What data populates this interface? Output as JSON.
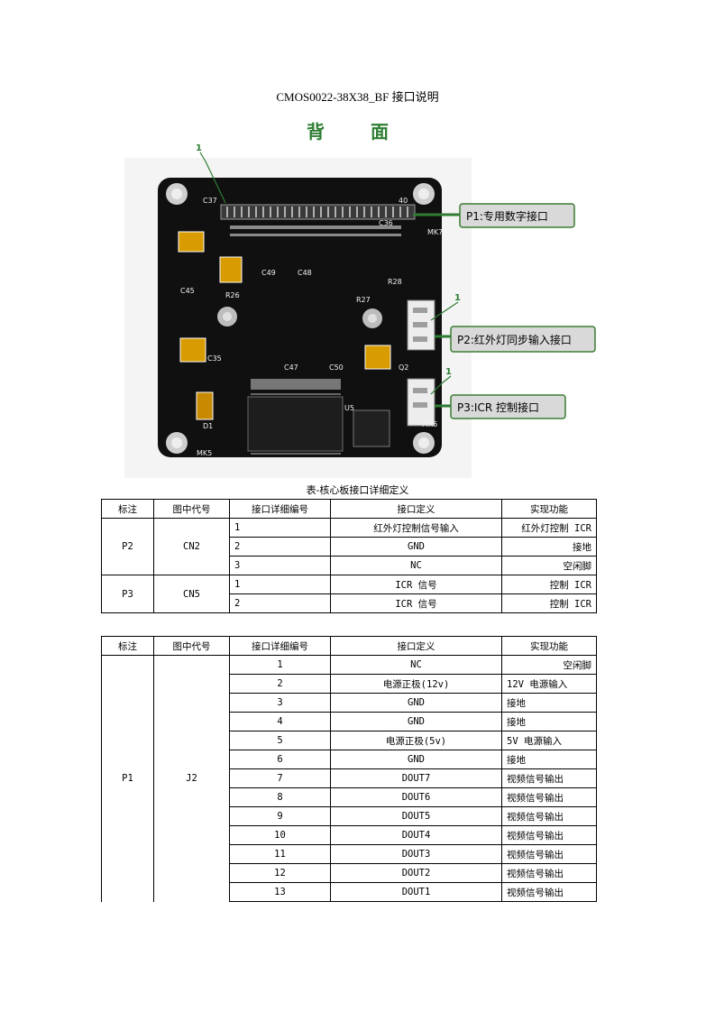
{
  "doc_title": "CMOS0022-38X38_BF 接口说明",
  "back_heading": "背  面",
  "figure": {
    "pin1_marks": [
      "1",
      "1",
      "1"
    ],
    "callouts": [
      "P1:专用数字接口",
      "P2:红外灯同步输入接口",
      "P3:ICR 控制接口"
    ],
    "silk": [
      "C37",
      "C36",
      "C35",
      "C45",
      "C50",
      "C47",
      "C48",
      "C49",
      "R26",
      "R27",
      "R28",
      "U5",
      "Q2",
      "D1",
      "MK7",
      "MK6",
      "MK5",
      "40"
    ],
    "colors": {
      "board": "#101010",
      "callout_border": "#3a7d32",
      "callout_bg": "#d9d9d9",
      "amber": "#d89b00"
    }
  },
  "caption": "表-核心板接口详细定义",
  "table1": {
    "headers": [
      "标注",
      "图中代号",
      "接口详细编号",
      "接口定义",
      "实现功能"
    ],
    "groups": [
      {
        "label": "P2",
        "code": "CN2",
        "rows": [
          {
            "no": "1",
            "def": "红外灯控制信号输入",
            "func": "红外灯控制 ICR"
          },
          {
            "no": "2",
            "def": "GND",
            "func": "接地"
          },
          {
            "no": "3",
            "def": "NC",
            "func": "空闲脚"
          }
        ]
      },
      {
        "label": "P3",
        "code": "CN5",
        "rows": [
          {
            "no": "1",
            "def": "ICR 信号",
            "func": "控制 ICR"
          },
          {
            "no": "2",
            "def": "ICR 信号",
            "func": "控制 ICR"
          }
        ]
      }
    ]
  },
  "table2": {
    "headers": [
      "标注",
      "图中代号",
      "接口详细编号",
      "接口定义",
      "实现功能"
    ],
    "label": "P1",
    "code": "J2",
    "rows": [
      {
        "no": "1",
        "def": "NC",
        "func": "空闲脚"
      },
      {
        "no": "2",
        "def": "电源正极(12v)",
        "func": "12V 电源输入"
      },
      {
        "no": "3",
        "def": "GND",
        "func": "接地"
      },
      {
        "no": "4",
        "def": "GND",
        "func": "接地"
      },
      {
        "no": "5",
        "def": "电源正极(5v)",
        "func": "5V  电源输入"
      },
      {
        "no": "6",
        "def": "GND",
        "func": "接地"
      },
      {
        "no": "7",
        "def": "DOUT7",
        "func": "视频信号输出"
      },
      {
        "no": "8",
        "def": "DOUT6",
        "func": "视频信号输出"
      },
      {
        "no": "9",
        "def": "DOUT5",
        "func": "视频信号输出"
      },
      {
        "no": "10",
        "def": "DOUT4",
        "func": "视频信号输出"
      },
      {
        "no": "11",
        "def": "DOUT3",
        "func": "视频信号输出"
      },
      {
        "no": "12",
        "def": "DOUT2",
        "func": "视频信号输出"
      },
      {
        "no": "13",
        "def": "DOUT1",
        "func": "视频信号输出"
      }
    ]
  }
}
